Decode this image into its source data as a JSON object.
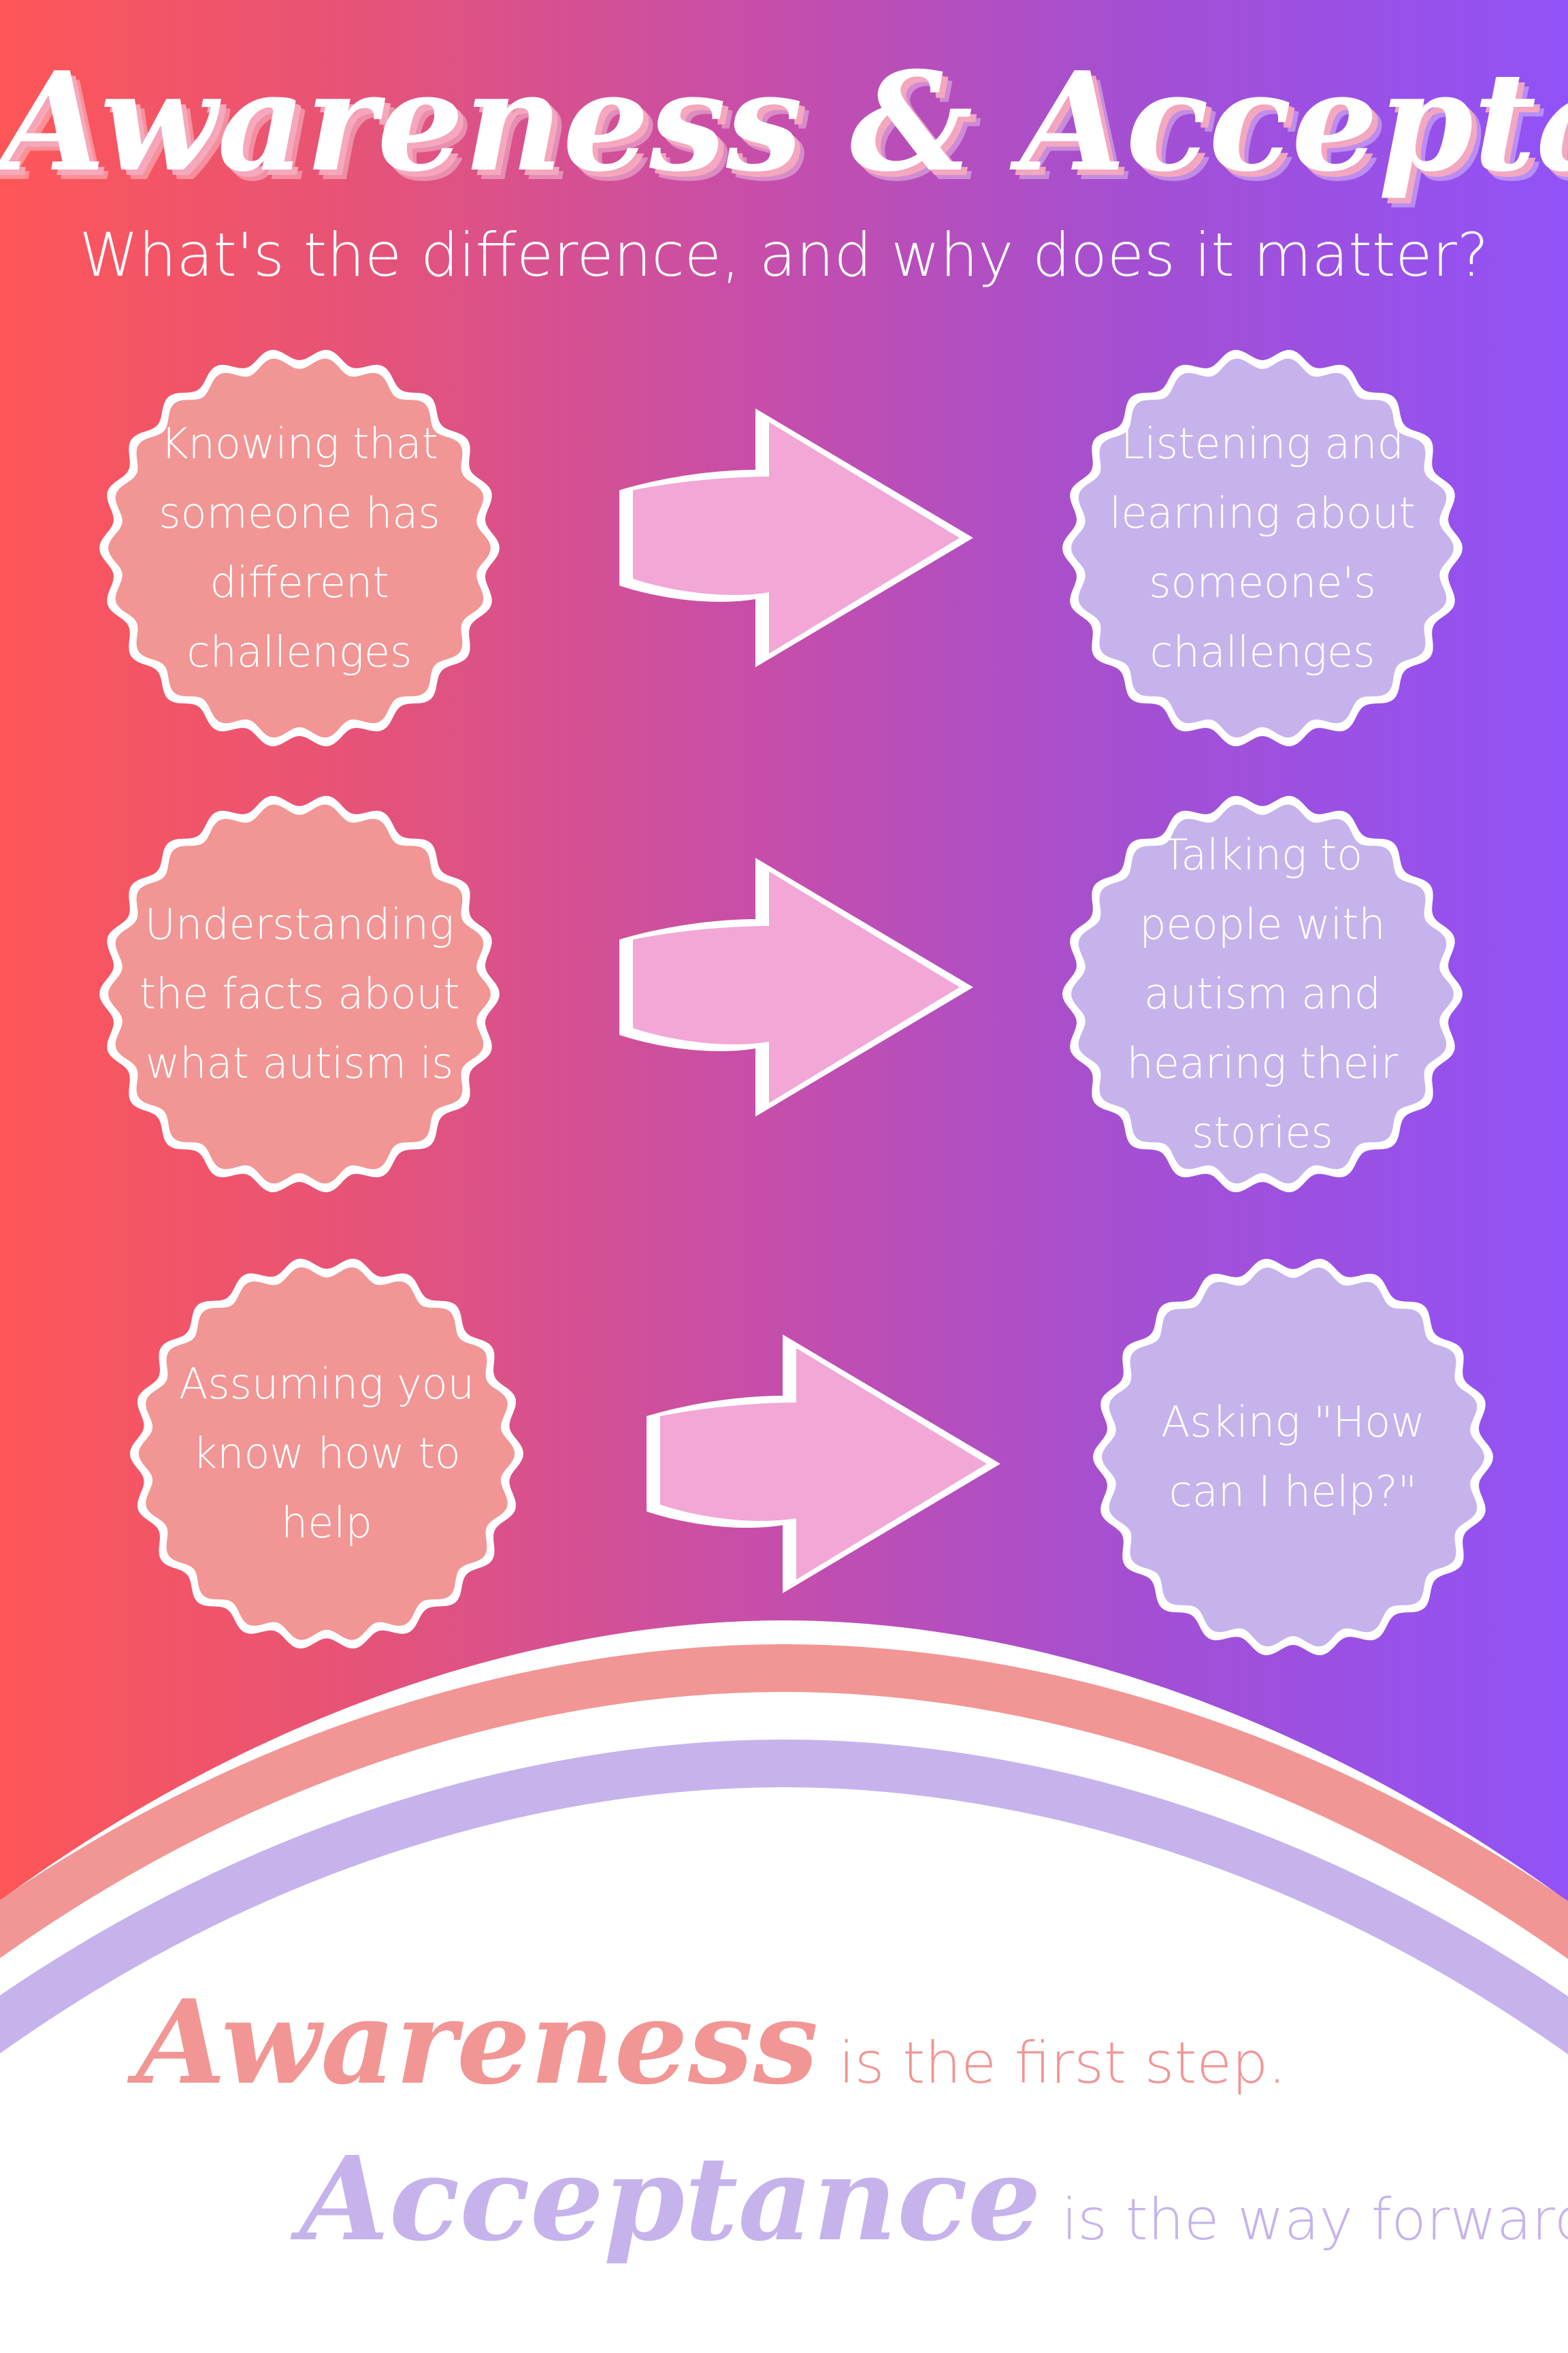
{
  "title": "Awareness & Acceptance",
  "subtitle": "What's the difference, and why does it matter?",
  "rows": [
    {
      "awareness": [
        "Knowing that",
        "someone has",
        "different",
        "challenges"
      ],
      "acceptance": [
        "Listening and",
        "learning about",
        "someone's",
        "challenges"
      ]
    },
    {
      "awareness": [
        "Understanding",
        "the facts about",
        "what autism is"
      ],
      "acceptance": [
        "Talking to",
        "people with",
        "autism and",
        "hearing their",
        "stories"
      ]
    },
    {
      "awareness": [
        "Assuming you",
        "know how to",
        "help"
      ],
      "acceptance": [
        "Asking \"How",
        "can I help?\""
      ]
    }
  ],
  "closing": {
    "awareness_word": "Awareness",
    "awareness_rest": "is the first step.",
    "acceptance_word": "Acceptance",
    "acceptance_rest": "is the way forward."
  },
  "colors": {
    "gradient_left": "#fe5658",
    "gradient_right": "#9152f7",
    "awareness_badge": "#f19694",
    "acceptance_badge": "#c6b3ec",
    "arrow": "#f2a7d6",
    "white": "#ffffff"
  },
  "icons": {
    "badge": "scalloped-circle",
    "arrow": "right-arrow-icon"
  }
}
